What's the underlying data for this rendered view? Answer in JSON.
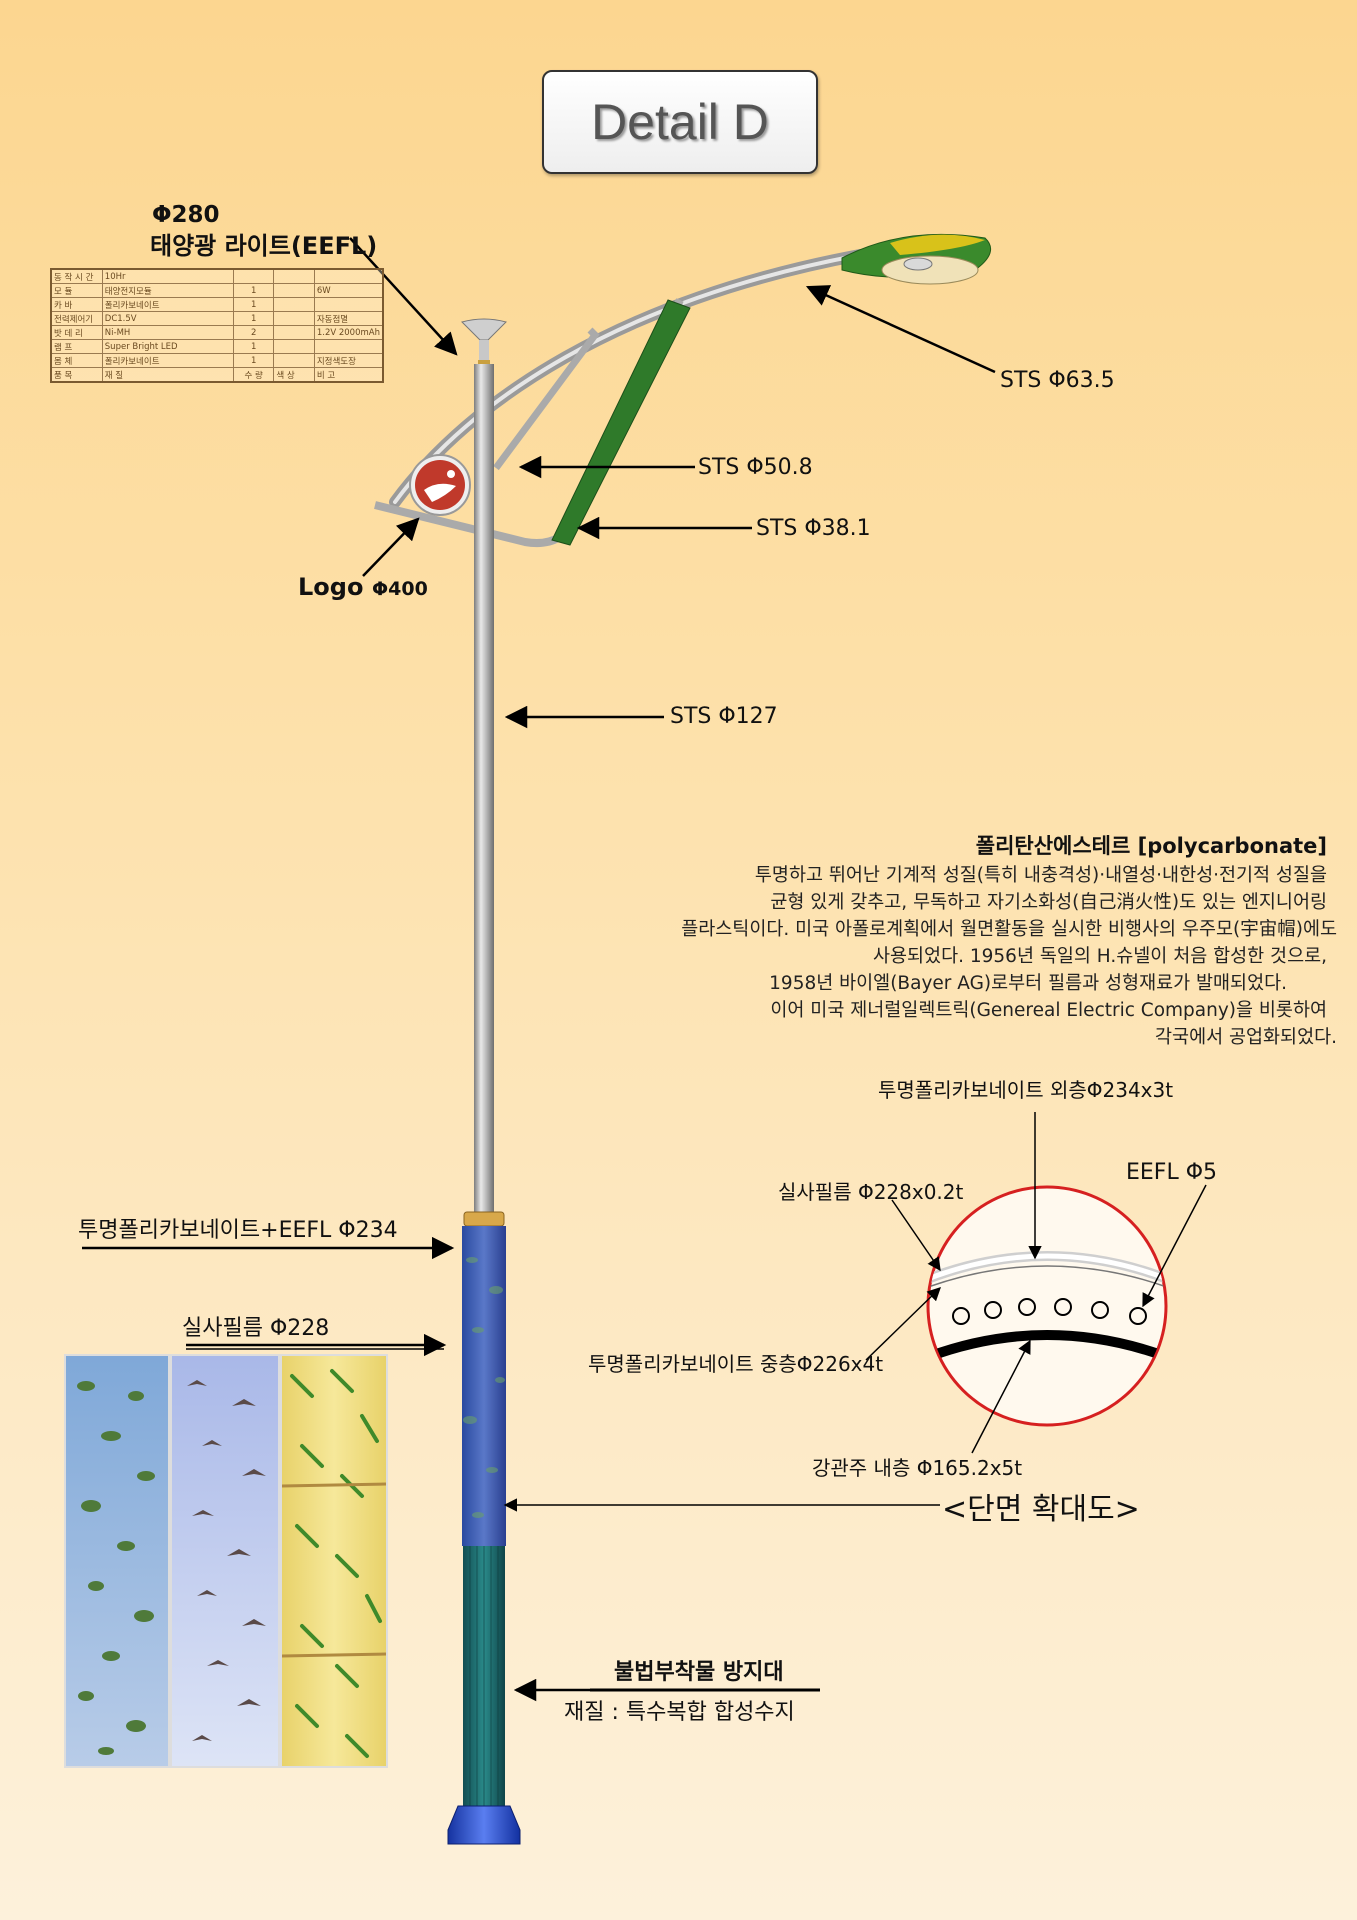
{
  "title": "Detail D",
  "lamp_label": {
    "diameter": "Φ280",
    "name": "태양광 라이트(EEFL)"
  },
  "spec_table": {
    "rows": [
      {
        "item": "동 작 시 간",
        "material": "10Hr",
        "qty": "",
        "color": "",
        "note": ""
      },
      {
        "item": "모 듈",
        "material": "태양전지모듈",
        "qty": "1",
        "color": "",
        "note": "6W"
      },
      {
        "item": "카 바",
        "material": "폴리카보네이트",
        "qty": "1",
        "color": "",
        "note": ""
      },
      {
        "item": "전력제어기",
        "material": "DC1.5V",
        "qty": "1",
        "color": "",
        "note": "자동점멸"
      },
      {
        "item": "밧 데 리",
        "material": "Ni-MH",
        "qty": "2",
        "color": "",
        "note": "1.2V 2000mAh"
      },
      {
        "item": "램 프",
        "material": "Super Bright LED",
        "qty": "1",
        "color": "",
        "note": ""
      },
      {
        "item": "몸 체",
        "material": "폴리카보네이트",
        "qty": "1",
        "color": "",
        "note": "지정색도장"
      }
    ],
    "header": {
      "item": "품 목",
      "material": "재 질",
      "qty": "수 량",
      "color": "색 상",
      "note": "비 고"
    }
  },
  "labels": {
    "sts_635": "STS Φ63.5",
    "sts_508": "STS Φ50.8",
    "sts_381": "STS Φ38.1",
    "logo": "Logo",
    "logo_dia": "Φ400",
    "sts_127": "STS Φ127",
    "pc_eefl": "투명폴리카보네이트+EEFL Φ234",
    "film_228": "실사필름 Φ228",
    "anti_title": "불법부착물 방지대",
    "anti_material": "재질 : 특수복합 합성수지"
  },
  "polycarbonate": {
    "title": "폴리탄산에스테르 [polycarbonate]",
    "lines": [
      "투명하고 뛰어난 기계적 성질(특히 내충격성)·내열성·내한성·전기적 성질을",
      "균형 있게 갖추고, 무독하고 자기소화성(自己消火性)도 있는 엔지니어링",
      "플라스틱이다. 미국 아폴로계획에서 월면활동을 실시한 비행사의 우주모(宇宙帽)에도",
      "사용되었다. 1956년 독일의 H.슈넬이 처음 합성한 것으로,",
      "1958년 바이엘(Bayer AG)로부터 필름과 성형재료가 발매되었다.",
      "이어 미국 제너럴일렉트릭(Genereal Electric Company)을 비롯하여",
      "각국에서 공업화되었다."
    ]
  },
  "section": {
    "outer": "투명폴리카보네이트 외층Φ234x3t",
    "film": "실사필름 Φ228x0.2t",
    "eefl": "EEFL Φ5",
    "middle": "투명폴리카보네이트 중층Φ226x4t",
    "inner": "강관주 내층 Φ165.2x5t",
    "caption": "<단면 확대도>"
  },
  "colors": {
    "lamp_green": "#2e7d2e",
    "lamp_yellow": "#d8c21a",
    "logo_red": "#c0392b",
    "base_blue": "#1f3fbf",
    "sleeve_teal": "#1e6a6a",
    "section_ring": "#d62020"
  }
}
